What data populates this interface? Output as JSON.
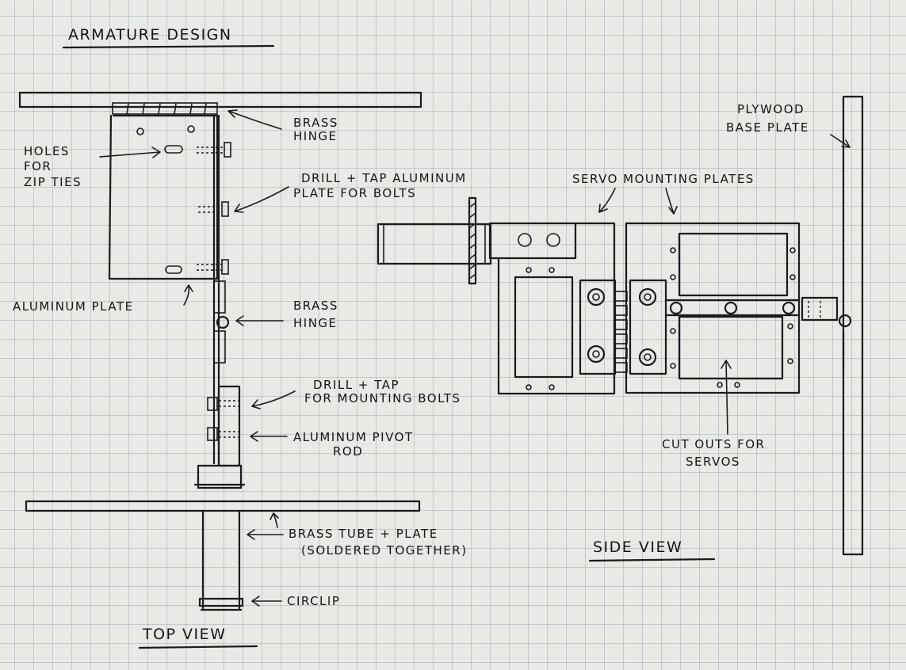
{
  "title": "ARMATURE DESIGN",
  "views": {
    "top": "TOP VIEW",
    "side": "SIDE VIEW"
  },
  "labels": {
    "brass_hinge_top": [
      "BRASS",
      "HINGE"
    ],
    "holes_for_zip_ties": [
      "HOLES",
      "FOR",
      "ZIP TIES"
    ],
    "drill_tap_plate": [
      "DRILL + TAP ALUMINUM",
      "PLATE FOR BOLTS"
    ],
    "aluminum_plate": [
      "ALUMINUM PLATE"
    ],
    "brass_hinge_mid": [
      "BRASS",
      "HINGE"
    ],
    "drill_tap_mount": [
      "DRILL + TAP",
      "FOR MOUNTING BOLTS"
    ],
    "aluminum_pivot_rod": [
      "ALUMINUM PIVOT",
      "ROD"
    ],
    "brass_tube_plate": [
      "BRASS TUBE + PLATE",
      "(SOLDERED TOGETHER)"
    ],
    "circlip": [
      "CIRCLIP"
    ],
    "plywood_base_plate": [
      "PLYWOOD",
      "BASE PLATE"
    ],
    "servo_mounting_plates": [
      "SERVO MOUNTING PLATES"
    ],
    "cut_outs_for_servos": [
      "CUT OUTS FOR",
      "SERVOS"
    ]
  }
}
